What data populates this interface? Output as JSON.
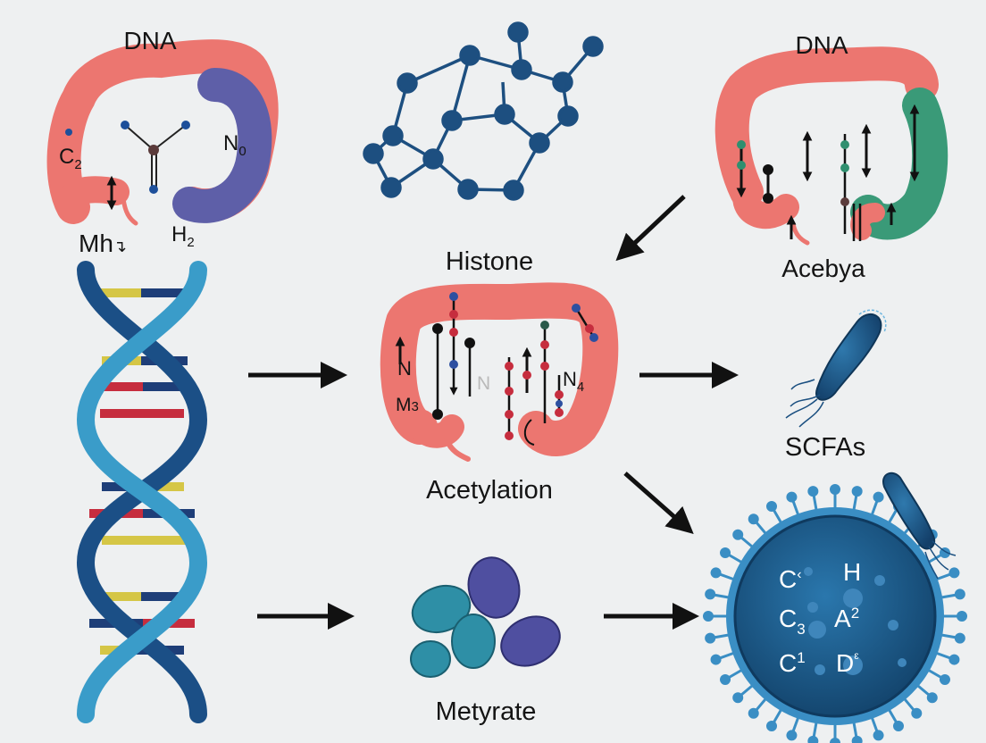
{
  "labels": {
    "dna_top_left": "DNA",
    "dna_top_right": "DNA",
    "histone": "Histone",
    "acetylation": "Acetylation",
    "acebya": "Acebya",
    "scfas": "SCFAs",
    "metyrate": "Metyrate",
    "c2": "C",
    "c2_sub": "2",
    "n0": "N",
    "n0_sub": "0",
    "mh": "Mh",
    "mh_mark": "↴",
    "h2": "H",
    "h2_sub": "2",
    "n_left": "N",
    "m3": "M",
    "m3_sub": "3",
    "n_center": "N",
    "n4": "N",
    "n4_sub": "4",
    "cell_c_top": "C",
    "cell_c_top_sup": "‹",
    "cell_h": "H",
    "cell_c3": "C",
    "cell_c3_sub": "3",
    "cell_a2": "A",
    "cell_a2_sup": "2",
    "cell_c1": "C",
    "cell_c1_sup": "1",
    "cell_d6": "D",
    "cell_d6_sup": "ᵋ"
  },
  "colors": {
    "background": "#eef0f1",
    "intestine": "#ec7670",
    "intestine_outline": "#c9524f",
    "purple_segment": "#5e5fa8",
    "green_segment": "#3a9a78",
    "dna_dark": "#1b4f86",
    "dna_light": "#3a9cc9",
    "base_yellow": "#d5c646",
    "base_red": "#c62d3e",
    "base_navy": "#1e3e78",
    "molecule_node": "#1d4f80",
    "bacteria": "#1f5b8f",
    "cell_body": "#1c5f95",
    "cell_spike": "#3a8ec4",
    "arrow": "#111111",
    "blob_teal": "#2e8fa6",
    "blob_purple": "#4f4fa0"
  },
  "icons": {
    "intestine": "intestine-icon",
    "dna_helix": "dna-double-helix-icon",
    "molecule": "molecule-network-icon",
    "bacteria": "bacterium-icon",
    "immune_cell": "immune-cell-icon",
    "arrow": "arrow-icon"
  }
}
